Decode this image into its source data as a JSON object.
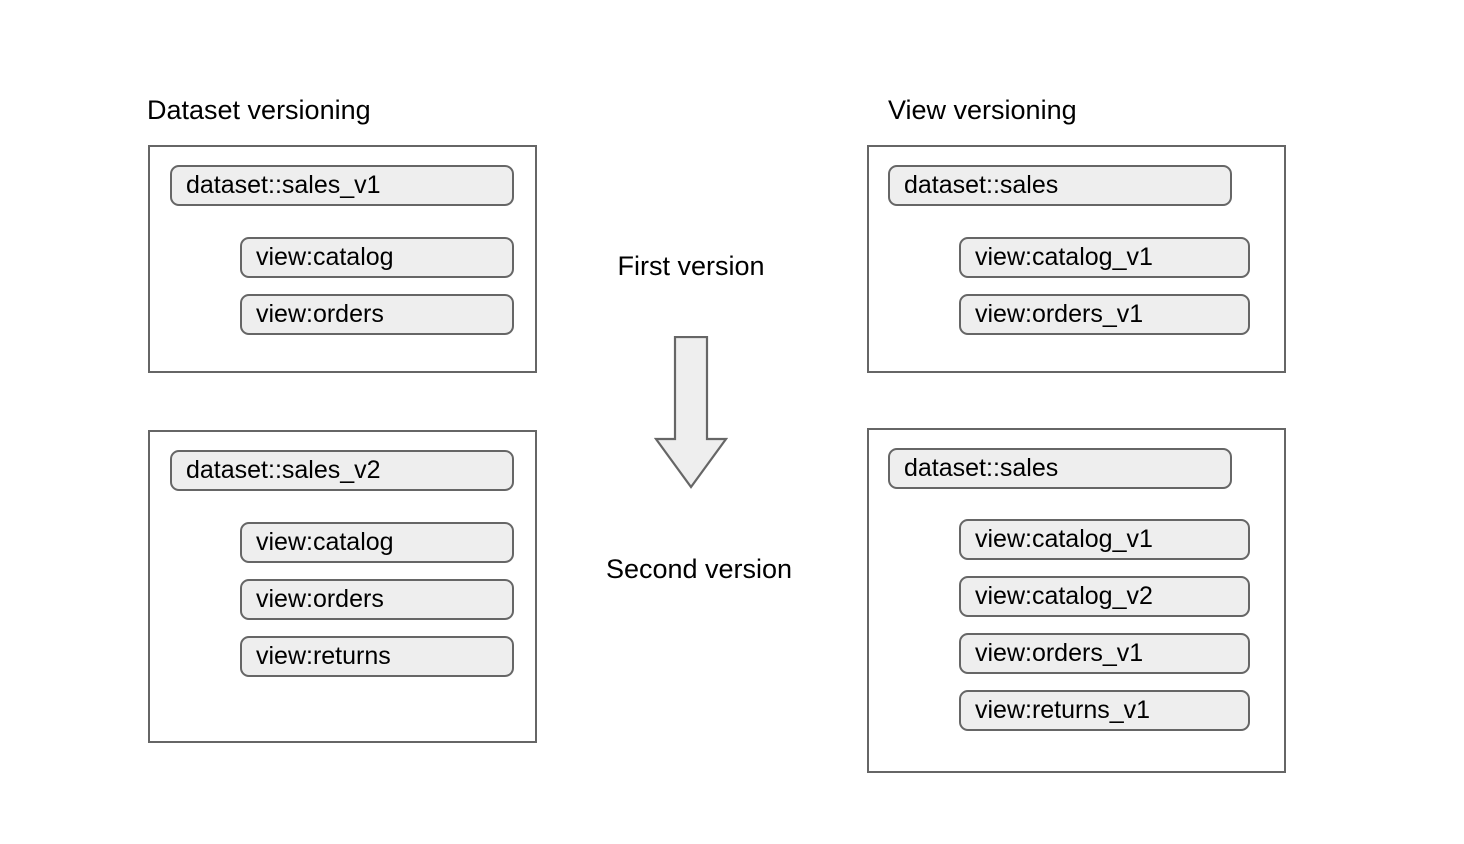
{
  "diagram": {
    "title_left": "Dataset versioning",
    "title_right": "View versioning",
    "center": {
      "first_label": "First version",
      "second_label": "Second version",
      "arrow_icon": "down-arrow-icon",
      "arrow_fill": "#eeeeee",
      "arrow_stroke": "#666666"
    },
    "colors": {
      "pill_fill": "#eeeeee",
      "pill_border": "#666666",
      "box_border": "#666666",
      "page_background": "#ffffff",
      "text": "#000000"
    },
    "columns": [
      {
        "id": "dataset-versioning",
        "title": "Dataset versioning",
        "groups": [
          {
            "id": "dataset-sales-v1-group",
            "version_stage": "First version",
            "dataset": "dataset::sales_v1",
            "views": [
              "view:catalog",
              "view:orders"
            ]
          },
          {
            "id": "dataset-sales-v2-group",
            "version_stage": "Second version",
            "dataset": "dataset::sales_v2",
            "views": [
              "view:catalog",
              "view:orders",
              "view:returns"
            ]
          }
        ]
      },
      {
        "id": "view-versioning",
        "title": "View versioning",
        "groups": [
          {
            "id": "view-sales-first-group",
            "version_stage": "First version",
            "dataset": "dataset::sales",
            "views": [
              "view:catalog_v1",
              "view:orders_v1"
            ]
          },
          {
            "id": "view-sales-second-group",
            "version_stage": "Second version",
            "dataset": "dataset::sales",
            "views": [
              "view:catalog_v1",
              "view:catalog_v2",
              "view:orders_v1",
              "view:returns_v1"
            ]
          }
        ]
      }
    ]
  }
}
